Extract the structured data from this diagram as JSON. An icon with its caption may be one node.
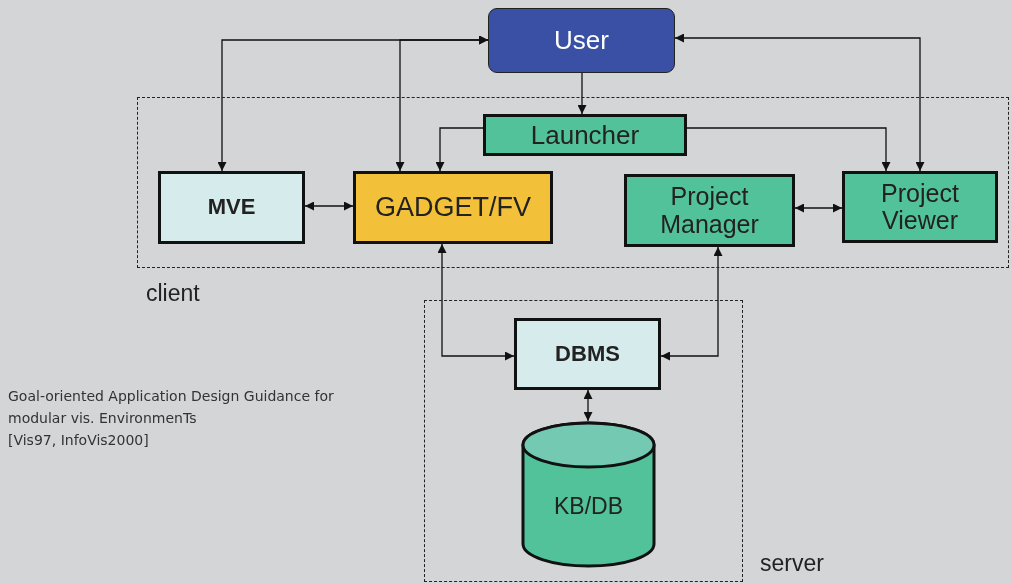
{
  "diagram": {
    "nodes": [
      {
        "text": [
          "User"
        ]
      },
      {
        "text": [
          "client"
        ]
      },
      {
        "text": [
          "Launcher"
        ],
        "in": 1
      },
      {
        "text": [
          "MVE"
        ],
        "in": 1
      },
      {
        "text": [
          "GADGET/FV"
        ],
        "in": 1
      },
      {
        "text": [
          "Project Manager"
        ],
        "in": 1
      },
      {
        "text": [
          "Project Viewer"
        ],
        "in": 1
      },
      {
        "text": [
          "server"
        ]
      },
      {
        "text": [
          "DBMS"
        ],
        "in": 7
      },
      {
        "text": [
          "KB/DB"
        ],
        "in": 7
      }
    ],
    "edges": [
      {
        "from": 0,
        "to": 3,
        "arrow": "both"
      },
      {
        "from": 0,
        "to": 4,
        "arrow": "both"
      },
      {
        "from": 0,
        "to": 2,
        "arrow": "to"
      },
      {
        "from": 2,
        "to": 4,
        "arrow": "to"
      },
      {
        "from": 2,
        "to": 6,
        "arrow": "to"
      },
      {
        "from": 0,
        "to": 6,
        "arrow": "both"
      },
      {
        "from": 3,
        "to": 4,
        "arrow": "both"
      },
      {
        "from": 5,
        "to": 6,
        "arrow": "both"
      },
      {
        "from": 4,
        "to": 8,
        "arrow": "both"
      },
      {
        "from": 5,
        "to": 8,
        "arrow": "both"
      },
      {
        "from": 8,
        "to": 9,
        "arrow": "both"
      }
    ],
    "labels": [
      "Goal-oriented Application Design Guidance for modular vis. EnvironmenTs",
      "[Vis97, InfoVis2000]"
    ]
  }
}
